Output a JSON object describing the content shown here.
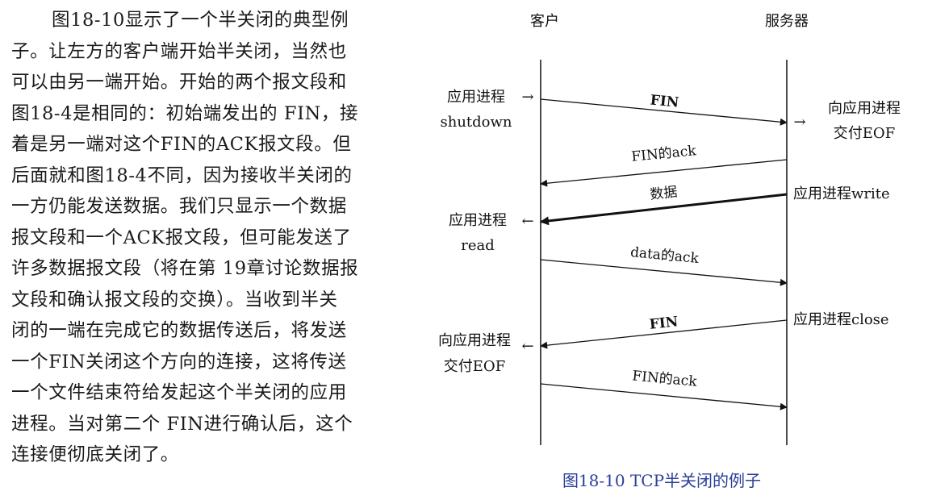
{
  "paragraph": {
    "lines": [
      "图18-10显示了一个半关闭的典型例",
      "子。让左方的客户端开始半关闭，当然也",
      "可以由另一端开始。开始的两个报文段和",
      "图18-4是相同的：初始端发出的 FIN，接",
      "着是另一端对这个FIN的ACK报文段。但",
      "后面就和图18-4不同，因为接收半关闭的",
      "一方仍能发送数据。我们只显示一个数据",
      "报文段和一个ACK报文段，但可能发送了",
      "许多数据报文段（将在第 19章讨论数据报",
      "文段和确认报文段的交换）。当收到半关",
      "闭的一端在完成它的数据传送后，将发送",
      "一个FIN关闭这个方向的连接，这将传送",
      "一个文件结束符给发起这个半关闭的应用",
      "进程。当对第二个 FIN进行确认后，这个",
      "连接便彻底关闭了。"
    ]
  },
  "diagram": {
    "client_label": "客户",
    "server_label": "服务器",
    "caption": "图18-10   TCP半关闭的例子",
    "left_annotations": {
      "shutdown_line1": "应用进程",
      "shutdown_line2": "shutdown",
      "read_line1": "应用进程",
      "read_line2": "read",
      "eof_line1": "向应用进程",
      "eof_line2": "交付EOF"
    },
    "right_annotations": {
      "eof_line1": "向应用进程",
      "eof_line2": "交付EOF",
      "write": "应用进程write",
      "close": "应用进程close"
    },
    "messages": {
      "fin1": "FIN",
      "fin_ack1": "FIN的ack",
      "data": "数据",
      "data_ack": "data的ack",
      "fin2": "FIN",
      "fin_ack2": "FIN的ack"
    },
    "arrow_glyphs": {
      "right": "→",
      "left": "←"
    }
  }
}
